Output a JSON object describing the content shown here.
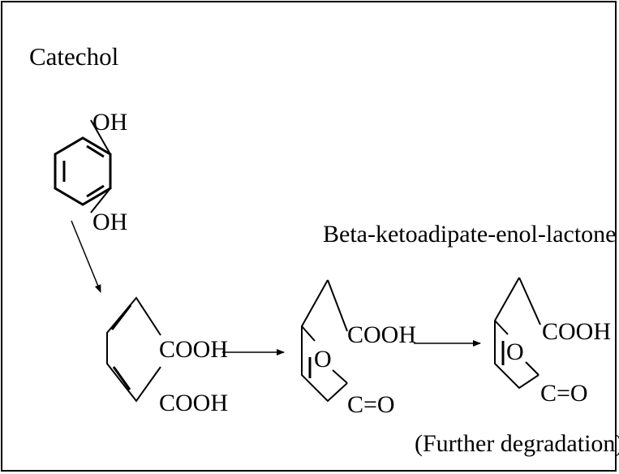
{
  "title": "Catechol",
  "catechol": {
    "oh_top": "OH",
    "oh_bottom": "OH"
  },
  "muconic_acid": {
    "cooh_top": "COOH",
    "cooh_bottom": "COOH"
  },
  "lactone_label": "Beta-ketoadipate-enol-lactone",
  "lactone": {
    "cooh": "COOH",
    "ring_o": "O",
    "carbonyl": "C=O"
  },
  "product": {
    "cooh": "COOH",
    "ring_o": "O",
    "carbonyl": "C=O"
  },
  "footnote": "(Further degradation)",
  "colors": {
    "ink": "#000000",
    "background": "#ffffff"
  }
}
